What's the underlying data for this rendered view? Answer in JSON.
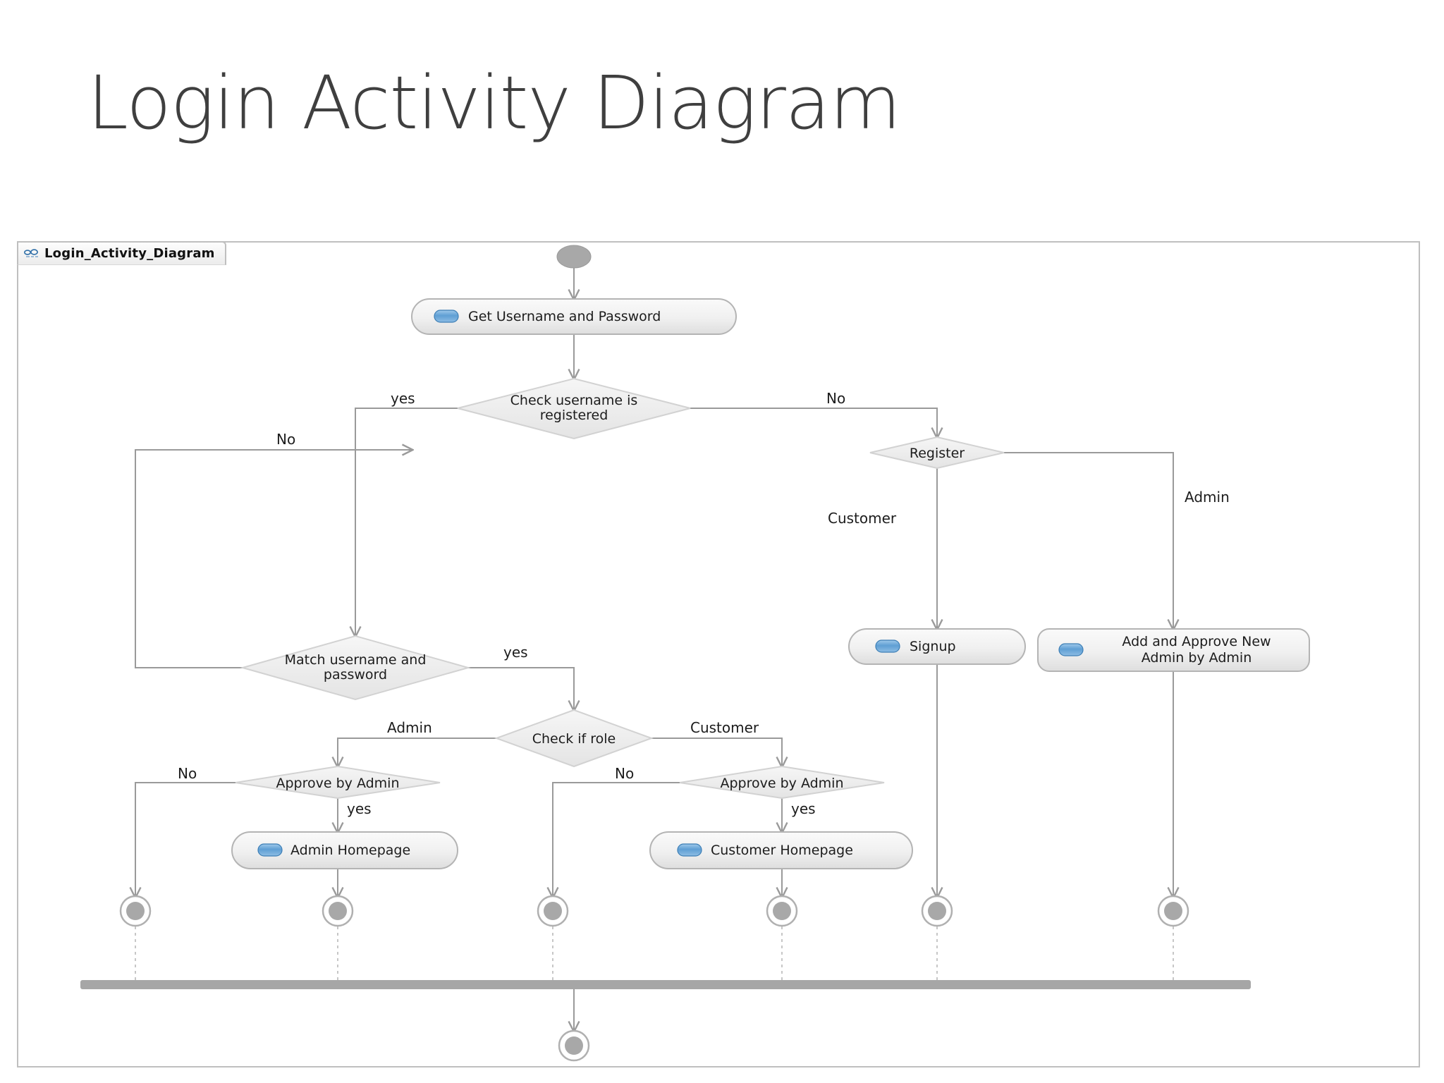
{
  "slide": {
    "title": "Login Activity Diagram"
  },
  "frame": {
    "tab_label": "Login_Activity_Diagram",
    "tab_icon": "uml-activity-diagram-icon"
  },
  "palette": {
    "node_fill_top": "#f4f4f4",
    "node_fill_bottom": "#e2e2e2",
    "node_stroke": "#b4b4b4",
    "decision_fill": "#ededed",
    "decision_stroke": "#cfcfcf",
    "edge_stroke": "#9a9a9a",
    "accent_blue": "#5b9bd5",
    "text": "#1c1c1c",
    "merge_bar": "#a6a6a6",
    "initial_node": "#a8a8a8"
  },
  "diagram": {
    "initial_node": {
      "name": "initial-node"
    },
    "activities": [
      {
        "id": "get-credentials",
        "label": "Get Username and Password",
        "lines": [
          "Get Username and Password"
        ]
      },
      {
        "id": "signup",
        "label": "Signup",
        "lines": [
          "Signup"
        ]
      },
      {
        "id": "add-approve-admin",
        "label": "Add and Approve New Admin by Admin",
        "lines": [
          "Add and Approve New",
          "Admin by Admin"
        ]
      },
      {
        "id": "admin-homepage",
        "label": "Admin Homepage",
        "lines": [
          "Admin Homepage"
        ]
      },
      {
        "id": "customer-homepage",
        "label": "Customer Homepage",
        "lines": [
          "Customer Homepage"
        ]
      }
    ],
    "decisions": [
      {
        "id": "check-username-registered",
        "label": "Check username is registered",
        "lines": [
          "Check username is",
          "registered"
        ]
      },
      {
        "id": "register",
        "label": "Register",
        "lines": [
          "Register"
        ]
      },
      {
        "id": "match-username-password",
        "label": "Match username and password",
        "lines": [
          "Match username and",
          "password"
        ]
      },
      {
        "id": "check-if-role",
        "label": "Check if role",
        "lines": [
          "Check if role"
        ]
      },
      {
        "id": "approve-by-admin-left",
        "label": "Approve by Admin",
        "lines": [
          "Approve by Admin"
        ]
      },
      {
        "id": "approve-by-admin-right",
        "label": "Approve  by Admin",
        "lines": [
          "Approve  by Admin"
        ]
      }
    ],
    "edge_labels": [
      {
        "id": "edge-no-retry-loop",
        "text": "No"
      },
      {
        "id": "edge-username-yes",
        "text": "yes"
      },
      {
        "id": "edge-username-no",
        "text": "No"
      },
      {
        "id": "edge-register-customer",
        "text": "Customer"
      },
      {
        "id": "edge-register-admin",
        "text": "Admin"
      },
      {
        "id": "edge-match-yes",
        "text": "yes"
      },
      {
        "id": "edge-role-admin",
        "text": "Admin"
      },
      {
        "id": "edge-role-customer",
        "text": "Customer"
      },
      {
        "id": "edge-approve-left-no",
        "text": "No"
      },
      {
        "id": "edge-approve-left-yes",
        "text": "yes"
      },
      {
        "id": "edge-approve-right-no",
        "text": "No"
      },
      {
        "id": "edge-approve-right-yes",
        "text": "yes"
      }
    ],
    "final_nodes_count": 6,
    "merge_bar": {
      "name": "merge-bar"
    },
    "terminal_node": {
      "name": "activity-final-node"
    }
  }
}
